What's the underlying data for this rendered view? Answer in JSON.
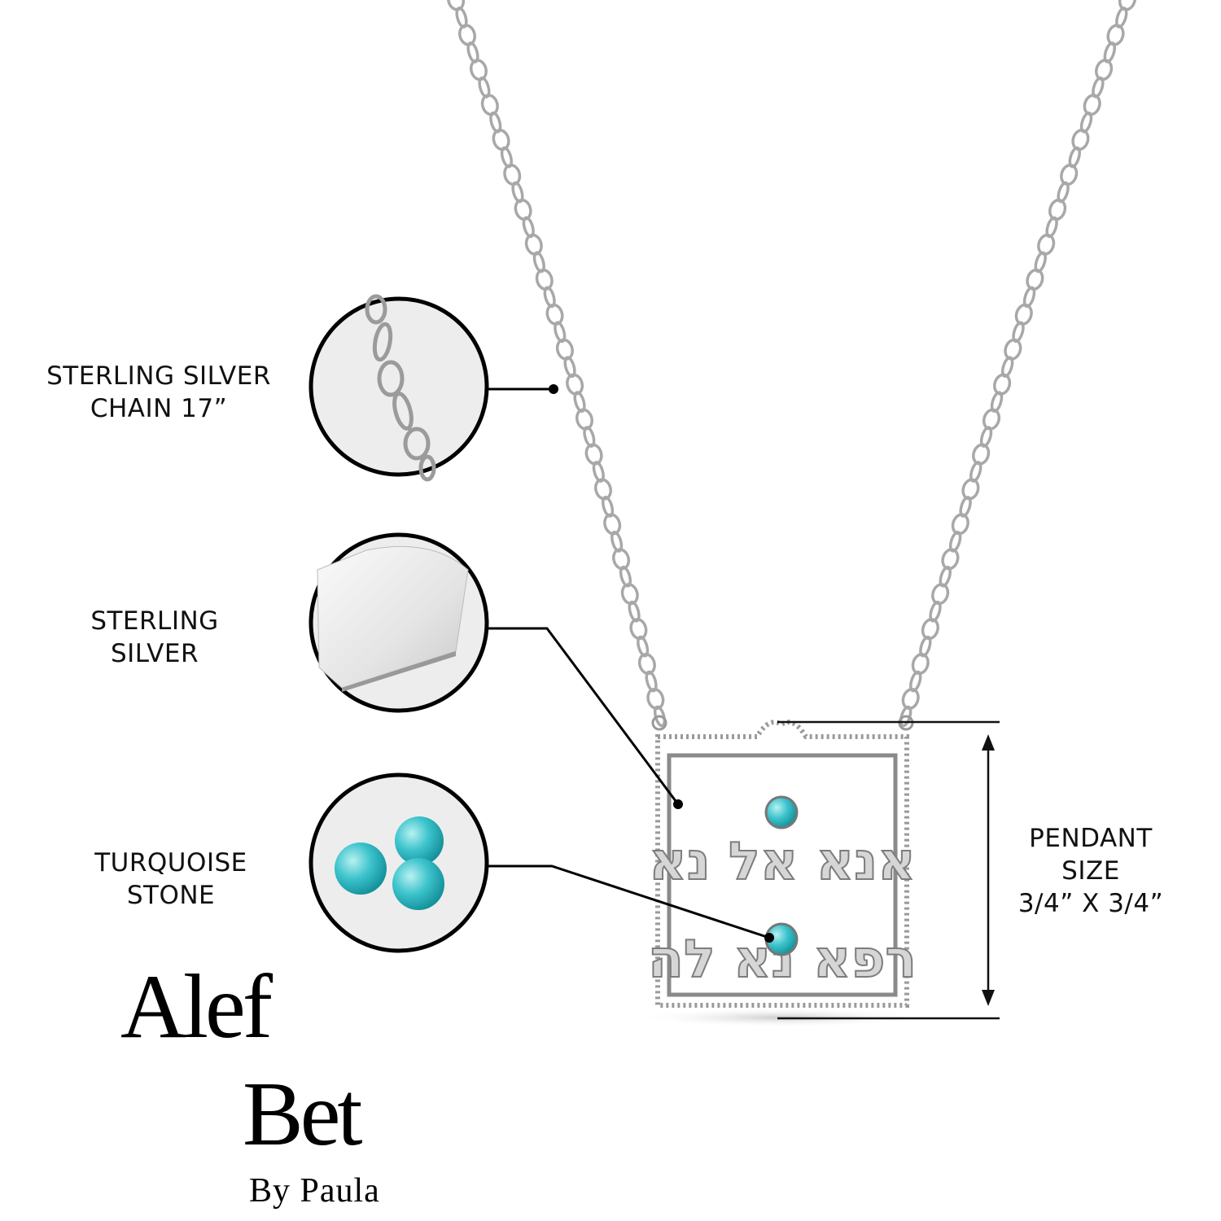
{
  "callouts": {
    "chain": {
      "line1": "STERLING SILVER",
      "line2": "CHAIN 17”"
    },
    "metal": {
      "line1": "STERLING",
      "line2": "SILVER"
    },
    "stone": {
      "line1": "TURQUOISE",
      "line2": "STONE"
    },
    "size": {
      "line1": "PENDANT",
      "line2": "SIZE",
      "line3": "3/4” X 3/4”"
    }
  },
  "pendant": {
    "inscription": "אנא אל נא רפא נא לה"
  },
  "logo": {
    "word1": "Alef",
    "word2": "Bet",
    "tagline": "By Paula"
  },
  "colors": {
    "turquoise": "#2fb8c4",
    "silver": "#b9b9b9",
    "ink": "#111111"
  }
}
